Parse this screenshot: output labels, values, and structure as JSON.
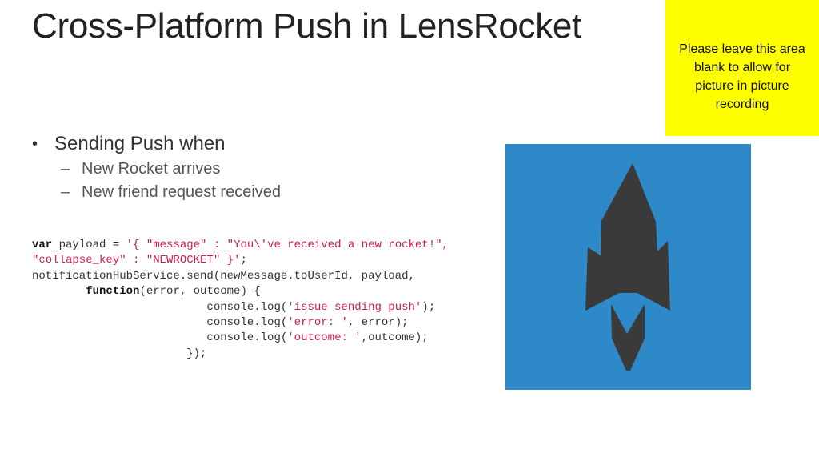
{
  "slide": {
    "title": "Cross-Platform Push in LensRocket",
    "pip_note": "Please leave this area blank to allow for picture in picture recording",
    "bullet": "Sending Push when",
    "sub_bullets": [
      "New Rocket arrives",
      "New friend request received"
    ]
  },
  "code": {
    "l1_kw": "var",
    "l1_a": " payload = ",
    "l1_str": "'{ \"message\" : \"You\\'ve received a new rocket!\",",
    "l2_str": "\"collapse_key\" : \"NEWROCKET\" }'",
    "l2_b": ";",
    "l3": "notificationHubService.send(newMessage.toUserId, payload,",
    "l4_indent": "        ",
    "l4_kw": "function",
    "l4_b": "(error, outcome) {",
    "l5_a": "                          console.log(",
    "l5_str": "'issue sending push'",
    "l5_b": ");",
    "l6_a": "                          console.log(",
    "l6_str": "'error: '",
    "l6_b": ", error);",
    "l7_a": "                          console.log(",
    "l7_str": "'outcome: '",
    "l7_b": ",outcome);",
    "l8": "                       });"
  },
  "colors": {
    "pip_background": "#ffff00",
    "logo_background": "#2e89c8",
    "code_string": "#d11d4e"
  },
  "icons": {
    "logo": "rocket-icon"
  }
}
